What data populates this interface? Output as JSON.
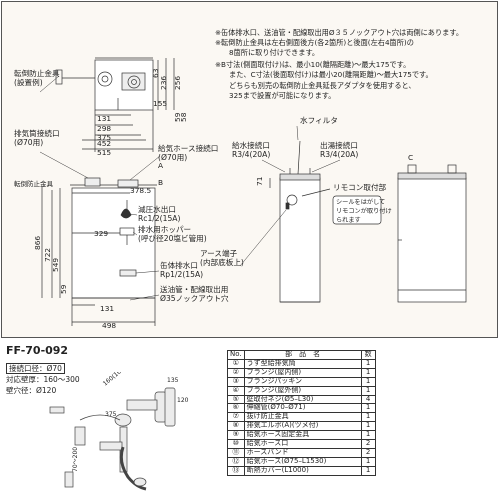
{
  "notes": [
    "※缶体排水口、送油管・配線取出用Ø３５ノックアウト穴は両側にあります。",
    "※転倒防止金具は左右側面後方(各2箇所)と後面(左右4箇所)の",
    "8箇所に取り付けできます。",
    "※B寸法(側面取付け)は、最小10(離隔距離)～最大175です。",
    "また、C寸法(後面取付け)は最小20(離隔距離)～最大175です。",
    "どちらも別売の転倒防止金具延長アダプタを使用すると、",
    "325まで設置が可能になります。"
  ],
  "labels": {
    "tip_guard": "転倒防止金具\n(設置例)",
    "exhaust": "排気筒接続口\n(Ø70用)",
    "intake_hose": "給気ホース接続口\n(Ø70用)",
    "water_filter": "水フィルタ",
    "supply": "給水接続口\nR3/4(20A)",
    "hot_out": "出湯接続口\nR3/4(20A)",
    "remote": "リモコン取付部",
    "remote_note": "シールをはがして\nリモコンが取り付け\nられます",
    "relief": "減圧水出口\nRc1/2(15A)",
    "hopper": "排水用ホッパー\n(呼び径20塩ビ管用)",
    "earth": "アース端子\n(内部底板上)",
    "drain": "缶体排水口\nRp1/2(15A)",
    "knockout": "送油管・配線取出用\nØ35ノックアウト穴",
    "tip_guard_small": "転倒防止金具",
    "dim_A": "A",
    "dim_B": "B",
    "dim_C": "C"
  },
  "dims_top": [
    "131",
    "298",
    "375",
    "452",
    "515",
    "63",
    "236",
    "256",
    "59",
    "155",
    "58"
  ],
  "dims_front": [
    "378.5",
    "329",
    "866",
    "722",
    "549",
    "59",
    "131",
    "498",
    "71"
  ],
  "kit": {
    "model": "FF-70-092",
    "spec_box": "接続口径：Ø70",
    "spec_wall": "対応壁厚：160～300",
    "spec_hole": "壁穴径：Ø120",
    "fig_dims": [
      "160(160～300)",
      "135",
      "120",
      "375",
      "70～200"
    ]
  },
  "parts_table": {
    "headers": [
      "No.",
      "部　品　名",
      "数"
    ],
    "rows": [
      [
        "①",
        "うず型給排気筒",
        "1"
      ],
      [
        "②",
        "フランジ(屋内側)",
        "1"
      ],
      [
        "③",
        "フランジパッキン",
        "1"
      ],
      [
        "④",
        "フランジ(屋外側)",
        "1"
      ],
      [
        "⑤",
        "壁取付ネジ(Ø5–L30)",
        "4"
      ],
      [
        "⑥",
        "伸縮管(Ø70–Ø71)",
        "1"
      ],
      [
        "⑦",
        "抜け防止金具",
        "1"
      ],
      [
        "⑧",
        "排気エルボ(A)(ツメ付)",
        "1"
      ],
      [
        "⑨",
        "給気ホース固定金具",
        "1"
      ],
      [
        "⑩",
        "給気ホース口",
        "2"
      ],
      [
        "⑪",
        "ホースバンド",
        "2"
      ],
      [
        "⑫",
        "給気ホース(Ø75–L1530)",
        "1"
      ],
      [
        "⑬",
        "断熱カバー(L1000)",
        "1"
      ]
    ]
  }
}
